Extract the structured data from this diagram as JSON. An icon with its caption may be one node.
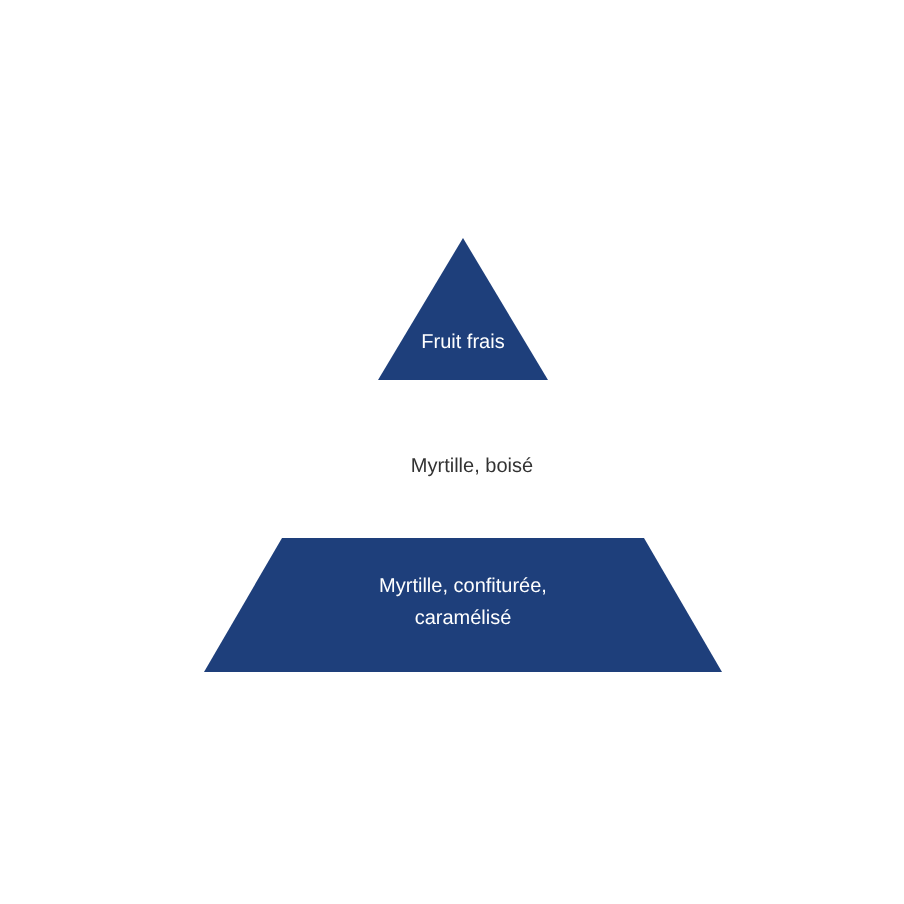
{
  "diagram": {
    "nodes": [
      {
        "text": [
          "Fruit frais"
        ]
      },
      {
        "text": [
          "Myrtille, boisé"
        ]
      },
      {
        "text": [
          "Myrtille, confiturée, caramélisé"
        ]
      }
    ]
  }
}
